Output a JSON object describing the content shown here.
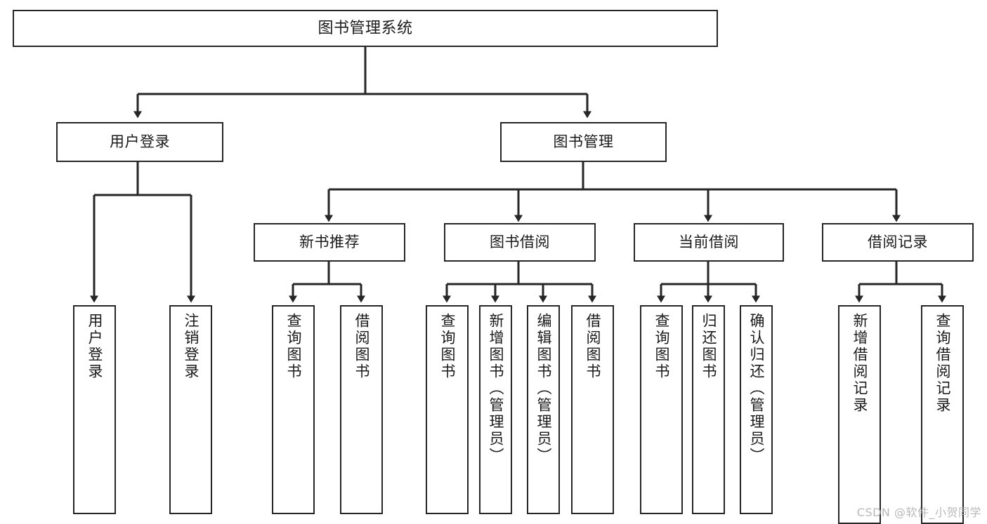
{
  "diagram": {
    "type": "tree",
    "title": "图书管理系统",
    "root": {
      "label": "图书管理系统"
    },
    "level1": [
      {
        "label": "用户登录"
      },
      {
        "label": "图书管理"
      }
    ],
    "level2": [
      {
        "label": "新书推荐"
      },
      {
        "label": "图书借阅"
      },
      {
        "label": "当前借阅"
      },
      {
        "label": "借阅记录"
      }
    ],
    "leaves_user_login": [
      {
        "label": "用户登录"
      },
      {
        "label": "注销登录"
      }
    ],
    "leaves_new_book": [
      {
        "label": "查询图书"
      },
      {
        "label": "借阅图书"
      }
    ],
    "leaves_borrow": [
      {
        "label": "查询图书"
      },
      {
        "label": "新增图书（管理员）"
      },
      {
        "label": "编辑图书（管理员）"
      },
      {
        "label": "借阅图书"
      }
    ],
    "leaves_current": [
      {
        "label": "查询图书"
      },
      {
        "label": "归还图书"
      },
      {
        "label": "确认归还（管理员）"
      }
    ],
    "leaves_records": [
      {
        "label": "新增借阅记录"
      },
      {
        "label": "查询借阅记录"
      }
    ]
  },
  "watermark": {
    "text": "CSDN @软件_小贺同学"
  },
  "colors": {
    "stroke": "#262626",
    "fill": "#ffffff",
    "text": "#1a1a1a",
    "watermark": "#b9b9b9"
  }
}
